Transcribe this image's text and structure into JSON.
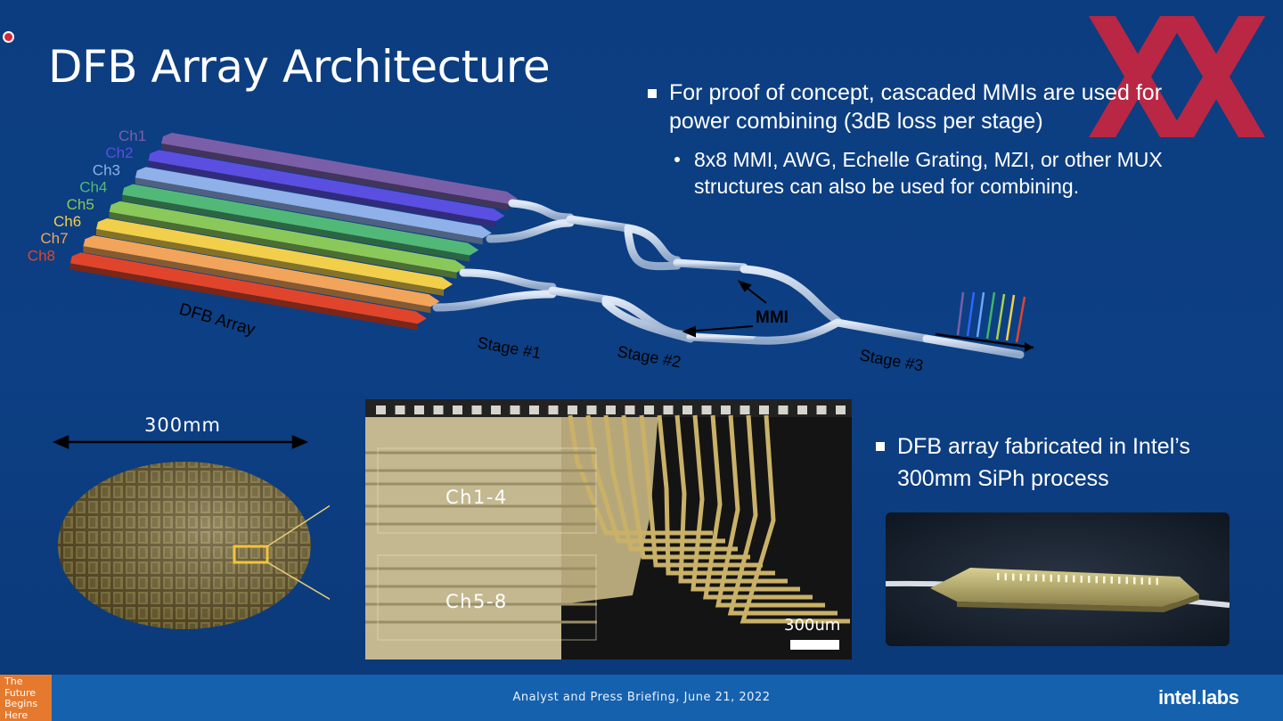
{
  "slide": {
    "title": "DFB Array Architecture",
    "bullets": {
      "main": "For proof of concept, cascaded MMIs are used for power combining (3dB loss per stage)",
      "sub": "8x8 MMI, AWG, Echelle Grating, MZI, or other MUX structures can also be used for combining."
    },
    "diagram": {
      "channels": [
        {
          "label": "Ch1",
          "color": "#7a5fa8"
        },
        {
          "label": "Ch2",
          "color": "#5a4fe0"
        },
        {
          "label": "Ch3",
          "color": "#8fb0e8"
        },
        {
          "label": "Ch4",
          "color": "#52b878"
        },
        {
          "label": "Ch5",
          "color": "#8bc85a"
        },
        {
          "label": "Ch6",
          "color": "#f2cf4a"
        },
        {
          "label": "Ch7",
          "color": "#f2a45a"
        },
        {
          "label": "Ch8",
          "color": "#e0452c"
        }
      ],
      "array_label": "DFB Array",
      "mmi_label": "MMI",
      "stages": [
        "Stage #1",
        "Stage #2",
        "Stage #3"
      ]
    },
    "wafer": {
      "label": "300mm"
    },
    "die": {
      "group1": "Ch1-4",
      "group2": "Ch5-8",
      "scale": "300um"
    },
    "right_bullet": "DFB array fabricated in Intel’s 300mm SiPh process"
  },
  "footer": {
    "badge": [
      "The",
      "Future",
      "Begins",
      "Here"
    ],
    "text": "Analyst and Press Briefing,  June 21, 2022",
    "brand_main": "intel",
    "brand_sep": ".",
    "brand_sub": "labs"
  },
  "colors": {
    "background": "#0d3f82",
    "footer": "#1561ae",
    "badge": "#e57a2e",
    "overlay_x": "#d8243a"
  }
}
